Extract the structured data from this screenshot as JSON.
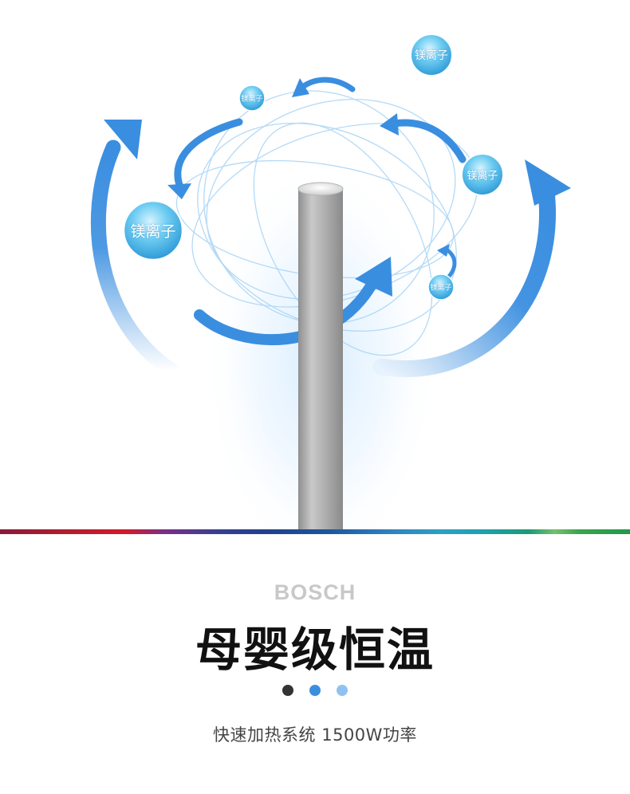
{
  "ion_label": "镁离子",
  "brand": "BOSCH",
  "headline": "母婴级恒温",
  "subline": "快速加热系统  1500W功率",
  "pagination": {
    "count": 3,
    "active_index": 0,
    "colors": [
      "#333333",
      "#3a8ee0",
      "#8fc2f2"
    ]
  },
  "colors": {
    "arrow_blue": "#3a8ee0",
    "ion_sphere": "#5cc4ee",
    "heating_rod": "#a9a9a9",
    "glow": "#bfe2ff"
  },
  "icons": [
    "curved-arrow-icon",
    "ion-sphere-icon",
    "heating-rod-icon"
  ]
}
